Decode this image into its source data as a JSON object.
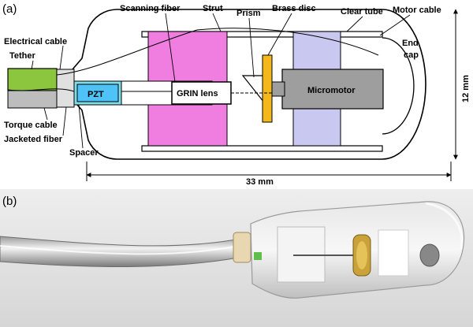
{
  "panel_a": {
    "tag": "(a)",
    "labels": {
      "scanning_fiber": "Scanning fiber",
      "strut": "Strut",
      "prism": "Prism",
      "brass_disc": "Brass disc",
      "clear_tube": "Clear tube",
      "motor_cable": "Motor cable",
      "electrical_cable": "Electrical cable",
      "tether": "Tether",
      "end_cap_1": "End",
      "end_cap_2": "cap",
      "pzt": "PZT",
      "grin_lens": "GRIN lens",
      "micromotor": "Micromotor",
      "torque_cable": "Torque cable",
      "jacketed_fiber": "Jacketed fiber",
      "spacer": "Spacer",
      "dim_length": "33 mm",
      "dim_height": "12 mm"
    },
    "colors": {
      "tether_green": "#8cc63f",
      "pzt_blue": "#4fc3f7",
      "strut_pink": "#f07ee0",
      "motor_lavender": "#c8c8f0",
      "brass_disc": "#f2b81c",
      "micromotor_gray": "#9e9e9e"
    }
  },
  "panel_b": {
    "tag": "(b)"
  }
}
